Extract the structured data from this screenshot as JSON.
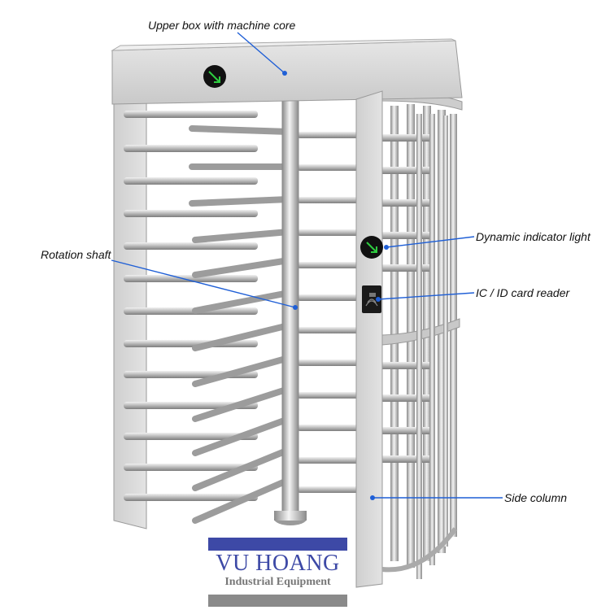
{
  "labels": {
    "upper_box": "Upper box with machine core",
    "indicator_light": "Dynamic indicator light",
    "rotation_shaft": "Rotation shaft",
    "card_reader": "IC / ID card reader",
    "side_column": "Side column"
  },
  "brand": {
    "name": "VU HOANG",
    "tagline": "Industrial Equipment",
    "primary_color": "#3d49a6",
    "secondary_color": "#8a8a8a"
  },
  "colors": {
    "steel_light": "#d9d9d9",
    "steel_mid": "#bdbdbd",
    "steel_dark": "#8c8c8c",
    "leader_line": "#1f5fd6",
    "indicator_green": "#2ecc40"
  },
  "icons": {
    "indicator": "arrow-indicator-icon",
    "card_reader": "card-reader-icon"
  }
}
